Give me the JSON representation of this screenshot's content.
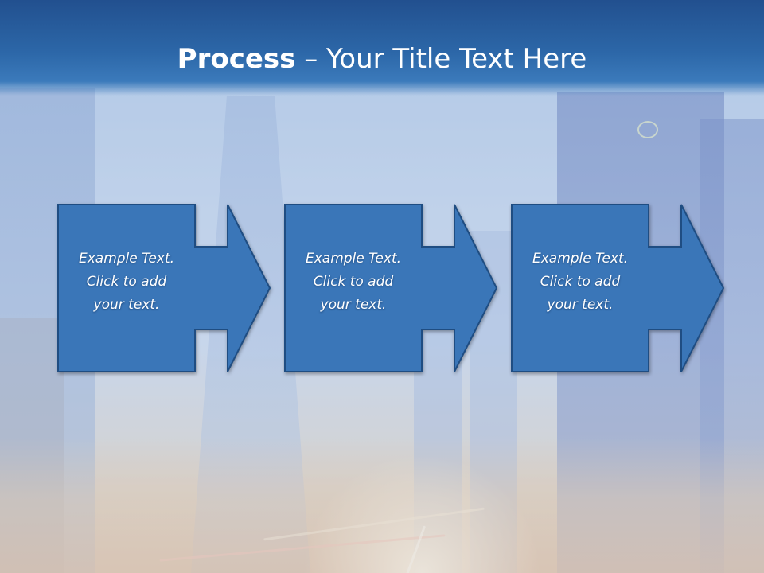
{
  "slide": {
    "title_bold": "Process",
    "title_separator": " – ",
    "title_rest": "Your Title Text Here",
    "colors": {
      "title_bar": "#2c67a8",
      "step_fill": "#3a76b8",
      "step_border": "#1f4d82",
      "text": "#ffffff"
    },
    "steps": [
      {
        "text": "Example Text.\nClick  to add\nyour text."
      },
      {
        "text": "Example Text.\nClick  to add\nyour text."
      },
      {
        "text": "Example Text.\nClick  to add\nyour text."
      }
    ]
  }
}
